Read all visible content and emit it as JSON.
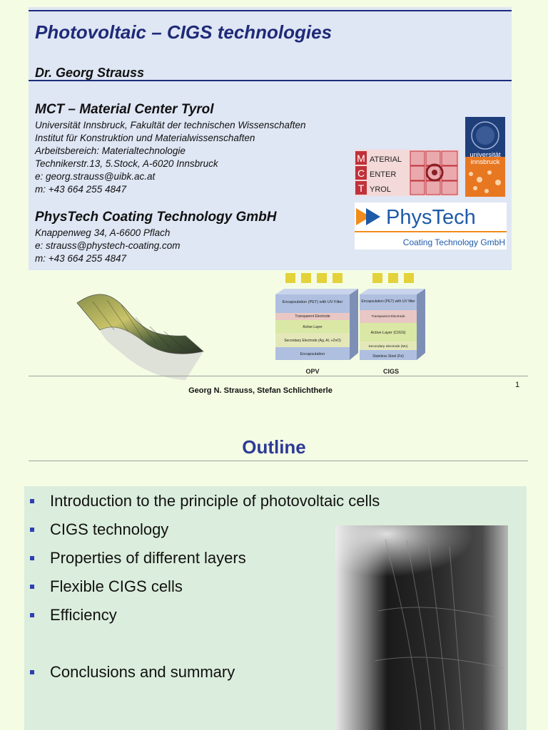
{
  "slide1": {
    "title": "Photovoltaic – CIGS technologies",
    "author": "Dr. Georg Strauss",
    "mct": {
      "name": "MCT – Material Center Tyrol",
      "lines": [
        "Universität Innsbruck, Fakultät der technischen Wissenschaften",
        "Institut für Konstruktion und Materialwissenschaften",
        "Arbeitsbereich: Materialtechnologie",
        "Technikerstr.13, 5.Stock, A-6020 Innsbruck",
        "e: georg.strauss@uibk.ac.at",
        "m: +43 664 255 4847"
      ],
      "logo": {
        "letters": [
          "M",
          "C",
          "T"
        ],
        "words": [
          "ATERIAL",
          "ENTER",
          "YROL"
        ],
        "accent": "#c0313a"
      }
    },
    "university_logo": {
      "line1": "universität",
      "line2": "innsbruck",
      "colors": {
        "top": "#1f3f7a",
        "bottom": "#e87722"
      }
    },
    "phystech": {
      "name": "PhysTech Coating Technology GmbH",
      "lines": [
        "Knappenweg 34, A-6600 Pflach",
        "e: strauss@phystech-coating.com",
        "m: +43 664 255 4847"
      ],
      "logo": {
        "word": "PhysTech",
        "subtitle": "Coating Technology GmbH",
        "brand_color": "#1e5aa8",
        "accent": "#f28c1b"
      }
    },
    "diagrams": {
      "opv": {
        "label": "OPV",
        "layers": [
          "Encapsulation (PET) with UV Filter",
          "Transparent Electrode",
          "Active Layer",
          "Secondary Electrode (Ag, Al, +ZnO)",
          "Encapsulation"
        ]
      },
      "cigs": {
        "label": "CIGS",
        "layers": [
          "Encapsulation (PET) with UV filter",
          "Transparent Electrode",
          "Active Layer (CIGS)",
          "Secondary electrode (Mo)",
          "Stainless Steel (Fe)"
        ]
      }
    },
    "footer": "Georg N. Strauss, Stefan Schlichtherle",
    "page_number": "1"
  },
  "slide2": {
    "title": "Outline",
    "bullets": [
      "Introduction to the principle of photovoltaic cells",
      "CIGS technology",
      "Properties of different layers",
      "Flexible CIGS cells",
      "Efficiency",
      "Conclusions and summary"
    ]
  }
}
